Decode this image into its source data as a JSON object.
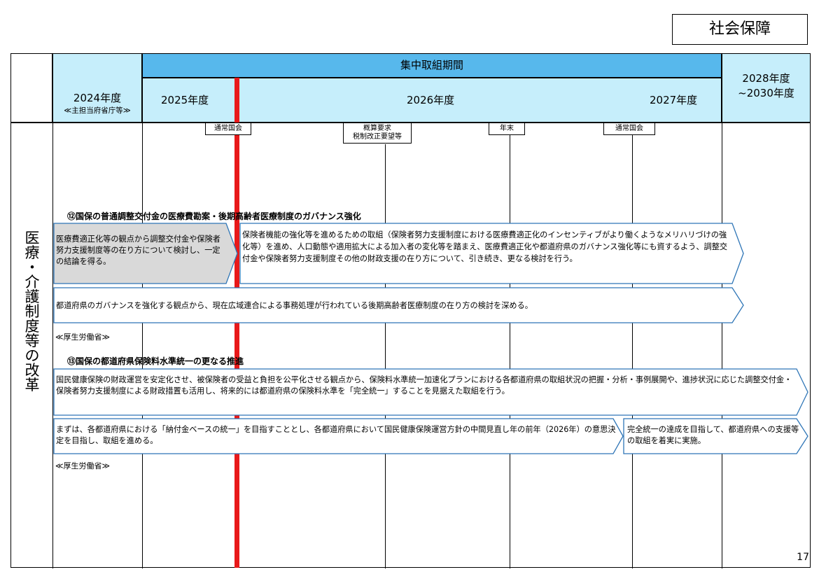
{
  "tag": "社会保障",
  "header": {
    "focus_period": "集中取組期間",
    "year_2024": "2024年度",
    "year_2024_sub": "≪主担当府省庁等≫",
    "year_2025": "2025年度",
    "year_2026": "2026年度",
    "year_2027": "2027年度",
    "late_line1": "2028年度",
    "late_line2": "~2030年度"
  },
  "side_title": [
    "医",
    "療",
    "・",
    "介",
    "護",
    "制",
    "度",
    "等",
    "の",
    "改",
    "革"
  ],
  "events": {
    "diet1": "通常国会",
    "budget_line1": "概算要求",
    "budget_line2": "税制改正要望等",
    "year_end": "年末",
    "diet2": "通常国会"
  },
  "section12": {
    "heading": "⑫国保の普通調整交付金の医療費勘案・後期高齢者医療制度のガバナンス強化",
    "box_gray": "医療費適正化等の観点から調整交付金や保険者努力支援制度等の在り方について検討し、一定の結論を得る。",
    "box_main": "保険者機能の強化等を進めるための取組（保険者努力支援制度における医療費適正化のインセンティブがより働くようなメリハリづけの強化等）を進め、人口動態や適用拡大による加入者の変化等を踏まえ、医療費適正化や都道府県のガバナンス強化等にも資するよう、調整交付金や保険者努力支援制度その他の財政支援の在り方について、引き続き、更なる検討を行う。",
    "box_wide": "都道府県のガバナンスを強化する観点から、現在広域連合による事務処理が行われている後期高齢者医療制度の在り方の検討を深める。",
    "ministry": "≪厚生労働省≫"
  },
  "section13": {
    "heading": "⑬国保の都道府県保険料水準統一の更なる推進",
    "box_wide": "国民健康保険の財政運営を安定化させ、被保険者の受益と負担を公平化させる観点から、保険料水準統一加速化プランにおける各都道府県の取組状況の把握・分析・事例展開や、進捗状況に応じた調整交付金・保険者努力支援制度による財政措置も活用し、将来的には都道府県の保険料水準を「完全統一」することを見据えた取組を行う。",
    "box_left": "まずは、各都道府県における「納付金ベースの統一」を目指すこととし、各都道府県において国民健康保険運営方針の中間見直し年の前年（2026年）の意思決定を目指し、取組を進める。",
    "box_right": "完全統一の達成を目指して、都道府県への支援等の取組を着実に実施。",
    "ministry": "≪厚生労働省≫"
  },
  "page_number": "17"
}
